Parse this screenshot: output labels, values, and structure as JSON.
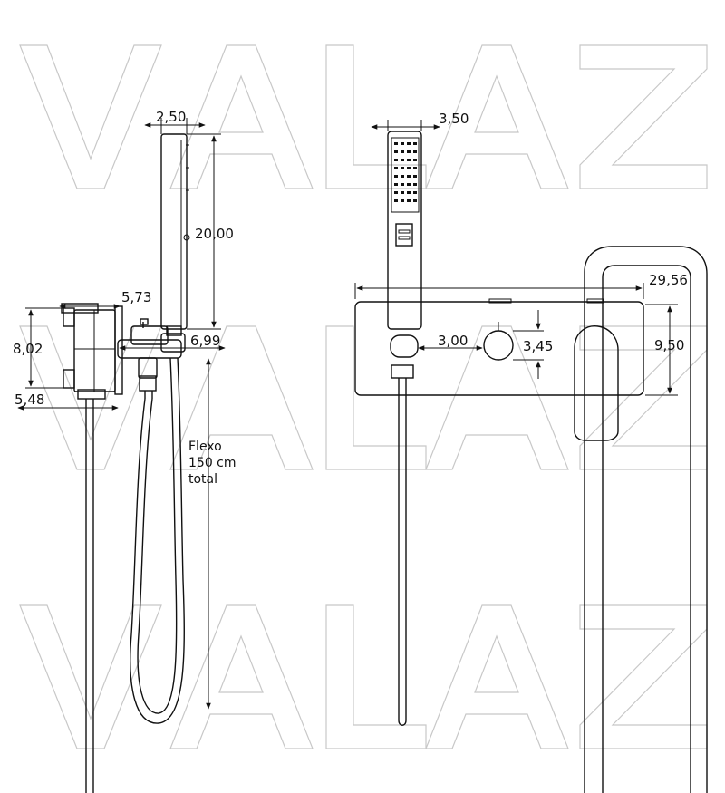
{
  "watermark": {
    "text": "VALAZ"
  },
  "dimensions": {
    "handshower_depth": "2,50",
    "handshower_length": "20,00",
    "body_depth": "5,73",
    "body_height": "8,02",
    "body_offset": "5,48",
    "outlet_projection": "6,99",
    "handshower_width": "3,50",
    "plate_width": "29,56",
    "plate_height": "9,50",
    "knob_offset": "3,00",
    "knob_diameter": "3,45"
  },
  "hose_note": {
    "line1": "Flexo",
    "line2": "150 cm",
    "line3": "total"
  }
}
